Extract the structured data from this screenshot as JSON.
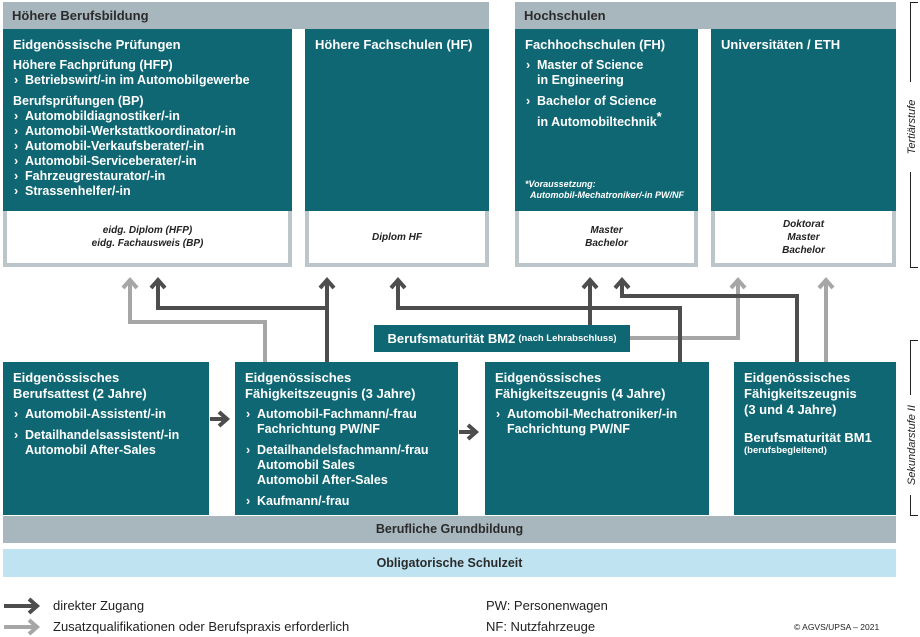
{
  "top": {
    "left_band": "Höhere Berufsbildung",
    "right_band": "Hochschulen",
    "eidg": {
      "title": "Eidgenössische Prüfungen",
      "hfp_title": "Höhere Fachprüfung (HFP)",
      "hfp_items": [
        "Betriebswirt/-in im Automobilgewerbe"
      ],
      "bp_title": "Berufsprüfungen (BP)",
      "bp_items": [
        "Automobildiagnostiker/-in",
        "Automobil-Werkstattkoordinator/-in",
        "Automobil-Verkaufsberater/-in",
        "Automobil-Serviceberater/-in",
        "Fahrzeugrestaurator/-in",
        "Strassenhelfer/-in"
      ],
      "cap1": "eidg. Diplom (HFP)",
      "cap2": "eidg. Fachausweis (BP)"
    },
    "hf": {
      "title": "Höhere Fachschulen (HF)",
      "cap": "Diplom HF"
    },
    "fh": {
      "title": "Fachhochschulen (FH)",
      "item1a": "Master of Science",
      "item1b": "in Engineering",
      "item2a": "Bachelor of Science",
      "item2b": "in Automobiltechnik",
      "star": "*",
      "note1": "*Voraussetzung:",
      "note2": "Automobil-Mechatroniker/-in PW/NF",
      "cap1": "Master",
      "cap2": "Bachelor"
    },
    "uni": {
      "title": "Universitäten / ETH",
      "cap1": "Doktorat",
      "cap2": "Master",
      "cap3": "Bachelor"
    }
  },
  "bm2": {
    "label": "Berufsmaturität BM2",
    "small": "(nach Lehrabschluss)"
  },
  "bottom": {
    "attest": {
      "t1": "Eidgenössisches",
      "t2": "Berufsattest (2 Jahre)",
      "items": [
        "Automobil-Assistent/-in"
      ],
      "item2a": "Detailhandelsassistent/-in",
      "item2b": "Automobil After-Sales"
    },
    "efz3": {
      "t1": "Eidgenössisches",
      "t2": "Fähigkeitszeugnis (3 Jahre)",
      "i1a": "Automobil-Fachmann/-frau",
      "i1b": "Fachrichtung PW/NF",
      "i2a": "Detailhandelsfachmann/-frau",
      "i2b": "Automobil Sales",
      "i2c": "Automobil After-Sales",
      "i3": "Kaufmann/-frau"
    },
    "efz4": {
      "t1": "Eidgenössisches",
      "t2": "Fähigkeitszeugnis (4 Jahre)",
      "i1a": "Automobil-Mechatroniker/-in",
      "i1b": "Fachrichtung PW/NF"
    },
    "efz34": {
      "t1": "Eidgenössisches",
      "t2": "Fähigkeitszeugnis",
      "t3": "(3 und 4 Jahre)",
      "bm1": "Berufsmaturität BM1",
      "bm1_small": "(berufsbegleitend)"
    }
  },
  "grundbildung": "Berufliche Grundbildung",
  "schulzeit": "Obligatorische Schulzeit",
  "side": {
    "tertiaer": "Tertiärstufe",
    "sek": "Sekundarstufe II"
  },
  "legend": {
    "direct": "direkter Zugang",
    "additional": "Zusatzqualifikationen oder Berufspraxis erforderlich",
    "pw": "PW: Personenwagen",
    "nf": "NF: Nutzfahrzeuge",
    "copyright": "© AGVS/UPSA – 2021"
  },
  "colors": {
    "teal": "#0f6773",
    "band": "#a7b7bd",
    "light_blue": "#bfe3f1",
    "dark_arrow": "#4d4d4d",
    "light_arrow": "#a6a6a6"
  }
}
